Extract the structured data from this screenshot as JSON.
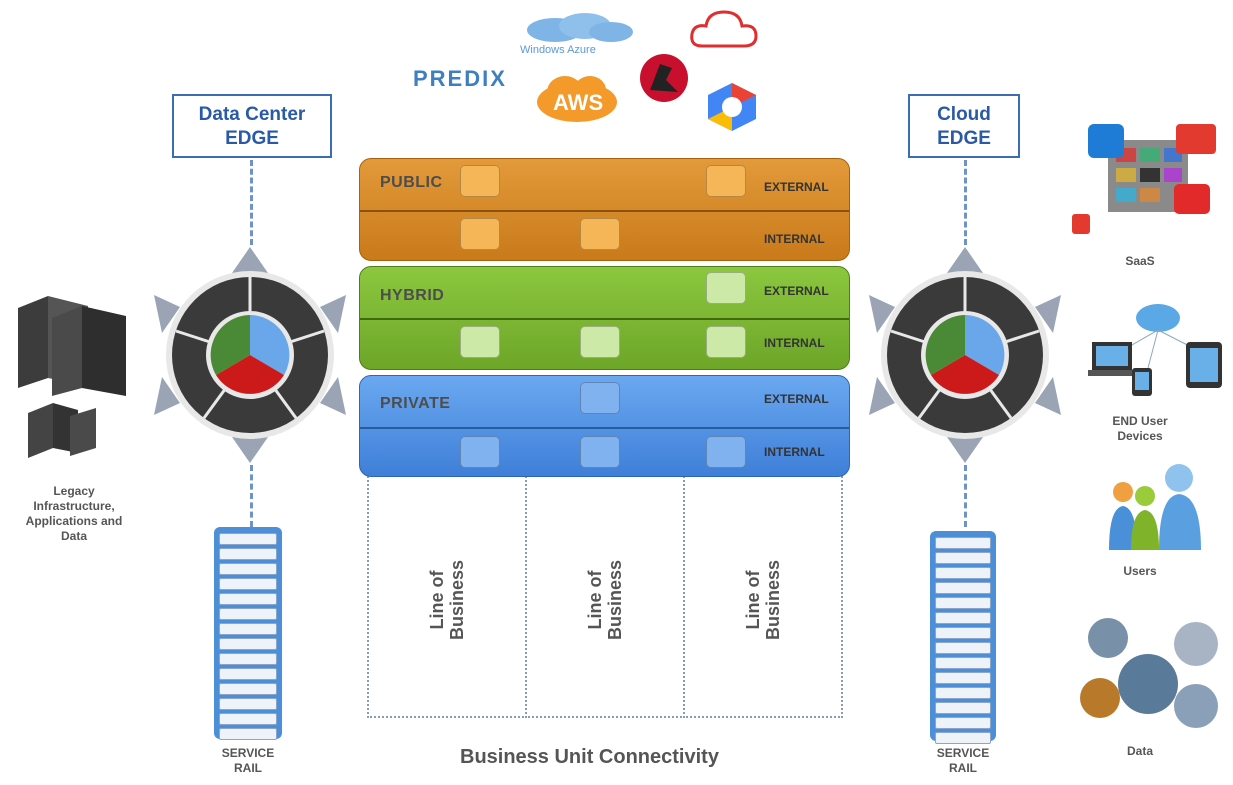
{
  "title": "Business Unit Connectivity",
  "left_edge": {
    "line1": "Data Center",
    "line2": "EDGE"
  },
  "right_edge": {
    "line1": "Cloud",
    "line2": "EDGE"
  },
  "cloud_providers": {
    "predix": "PREDIX",
    "aws": "AWS",
    "azure": "Windows Azure"
  },
  "bars": {
    "public": {
      "label": "PUBLIC",
      "external": "EXTERNAL",
      "internal": "INTERNAL"
    },
    "hybrid": {
      "label": "HYBRID",
      "external": "EXTERNAL",
      "internal": "INTERNAL"
    },
    "private": {
      "label": "PRIVATE",
      "external": "EXTERNAL",
      "internal": "INTERNAL"
    }
  },
  "line_of_business": [
    {
      "line1": "Line of",
      "line2": "Business"
    },
    {
      "line1": "Line of",
      "line2": "Business"
    },
    {
      "line1": "Line of",
      "line2": "Business"
    }
  ],
  "legacy_label": {
    "line1": "Legacy",
    "line2": "Infrastructure,",
    "line3": "Applications and",
    "line4": "Data"
  },
  "service_rail_left": {
    "line1": "SERVICE",
    "line2": "RAIL"
  },
  "service_rail_right": {
    "line1": "SERVICE",
    "line2": "RAIL"
  },
  "right_column": {
    "saas": "SaaS",
    "end_user": {
      "line1": "END User",
      "line2": "Devices"
    },
    "users": "Users",
    "data": "Data"
  },
  "colors": {
    "public": "#d9892a",
    "hybrid": "#7cb82f",
    "private": "#4f8fe0",
    "edge_border": "#3b6db4"
  }
}
